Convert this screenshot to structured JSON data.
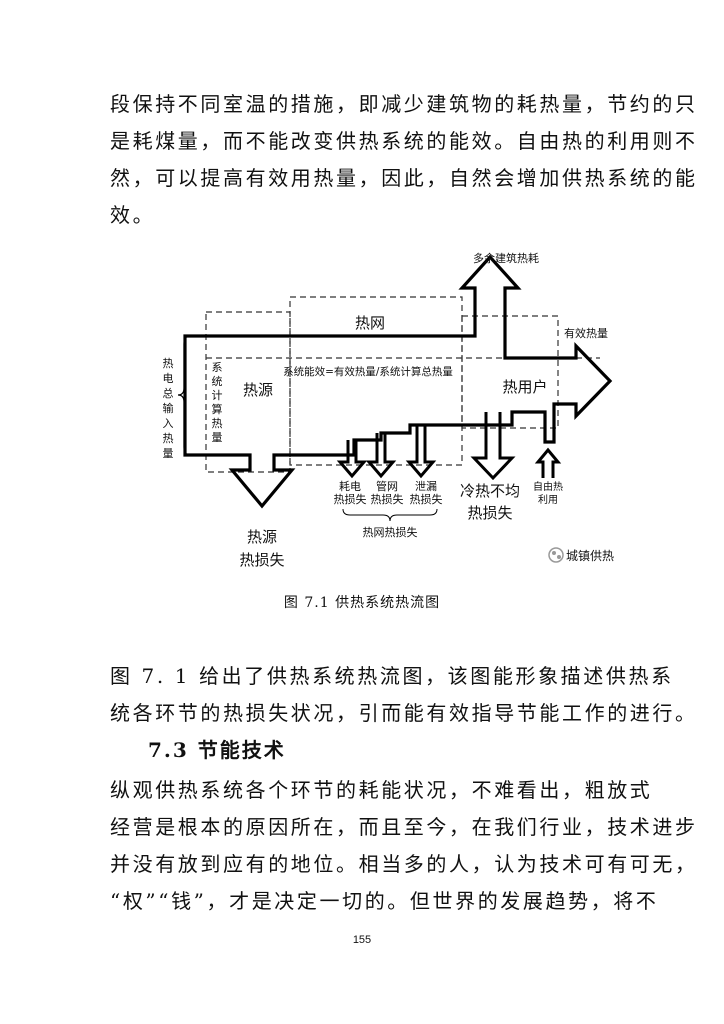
{
  "paragraph_1": [
    "段保持不同室温的措施，即减少建筑物的耗热量，节约的只",
    "是耗煤量，而不能改变供热系统的能效。自由热的利用则不",
    "然，可以提高有效用热量，因此，自然会增加供热系统的能",
    "效。"
  ],
  "figure": {
    "top_label": "多余建筑热耗",
    "heat_network": "热网",
    "useful_heat": "有效热量",
    "total_input": [
      "热",
      "电",
      "总",
      "输",
      "入",
      "热",
      "量"
    ],
    "system_calc": [
      "系",
      "统",
      "计",
      "算",
      "热",
      "量"
    ],
    "heat_source": "热源",
    "formula": "系统能效=有效热量/系统计算总热量",
    "heat_user": "热用户",
    "loss_electric": [
      "耗电",
      "热损失"
    ],
    "loss_pipe": [
      "管网",
      "热损失"
    ],
    "loss_leak": [
      "泄漏",
      "热损失"
    ],
    "cold_loss": [
      "冷热不均",
      "热损失"
    ],
    "free_heat": [
      "自由热",
      "利用"
    ],
    "network_loss": "热网热损失",
    "source_loss": [
      "热源",
      "热损失"
    ],
    "watermark": "城镇供热"
  },
  "caption": "图 7.1  供热系统热流图",
  "paragraph_2": [
    "图 7. 1 给出了供热系统热流图，该图能形象描述供热系",
    "统各环节的热损失状况，引而能有效指导节能工作的进行。"
  ],
  "heading": "7.3  节能技术",
  "paragraph_3": [
    "纵观供热系统各个环节的耗能状况，不难看出，粗放式",
    "经营是根本的原因所在，而且至今，在我们行业，技术进步",
    "并没有放到应有的地位。相当多的人，认为技术可有可无，",
    "“权”“钱”，才是决定一切的。但世界的发展趋势，将不"
  ],
  "page_number": "155"
}
